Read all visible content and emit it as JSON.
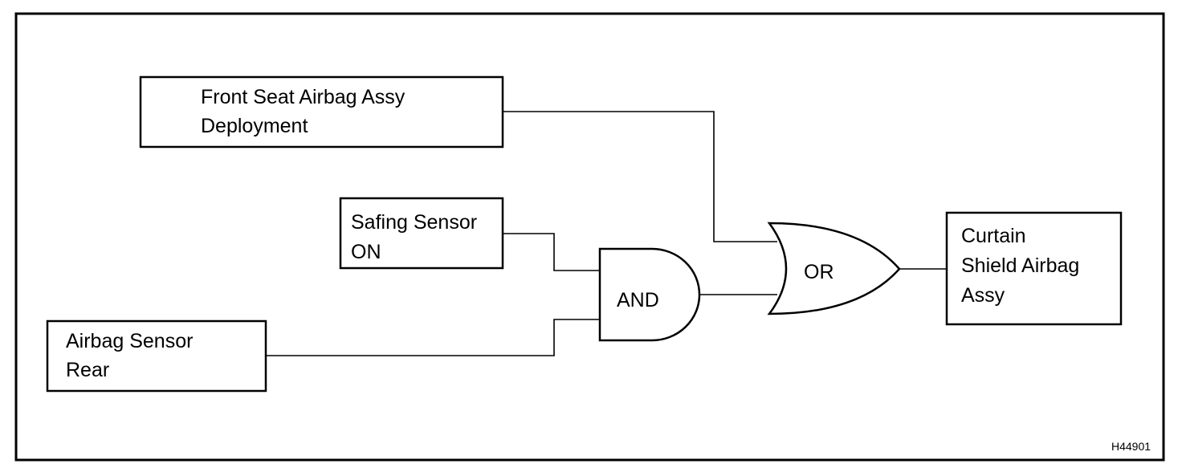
{
  "blocks": {
    "front_seat": {
      "line1": "Front Seat Airbag Assy",
      "line2": "Deployment"
    },
    "safing": {
      "line1": "Safing Sensor",
      "line2": "ON"
    },
    "airbag_rear": {
      "line1": "Airbag Sensor",
      "line2": "Rear"
    },
    "curtain": {
      "line1": "Curtain",
      "line2": "Shield Airbag",
      "line3": "Assy"
    }
  },
  "gates": {
    "and_label": "AND",
    "or_label": "OR"
  },
  "figure_ref": "H44901"
}
